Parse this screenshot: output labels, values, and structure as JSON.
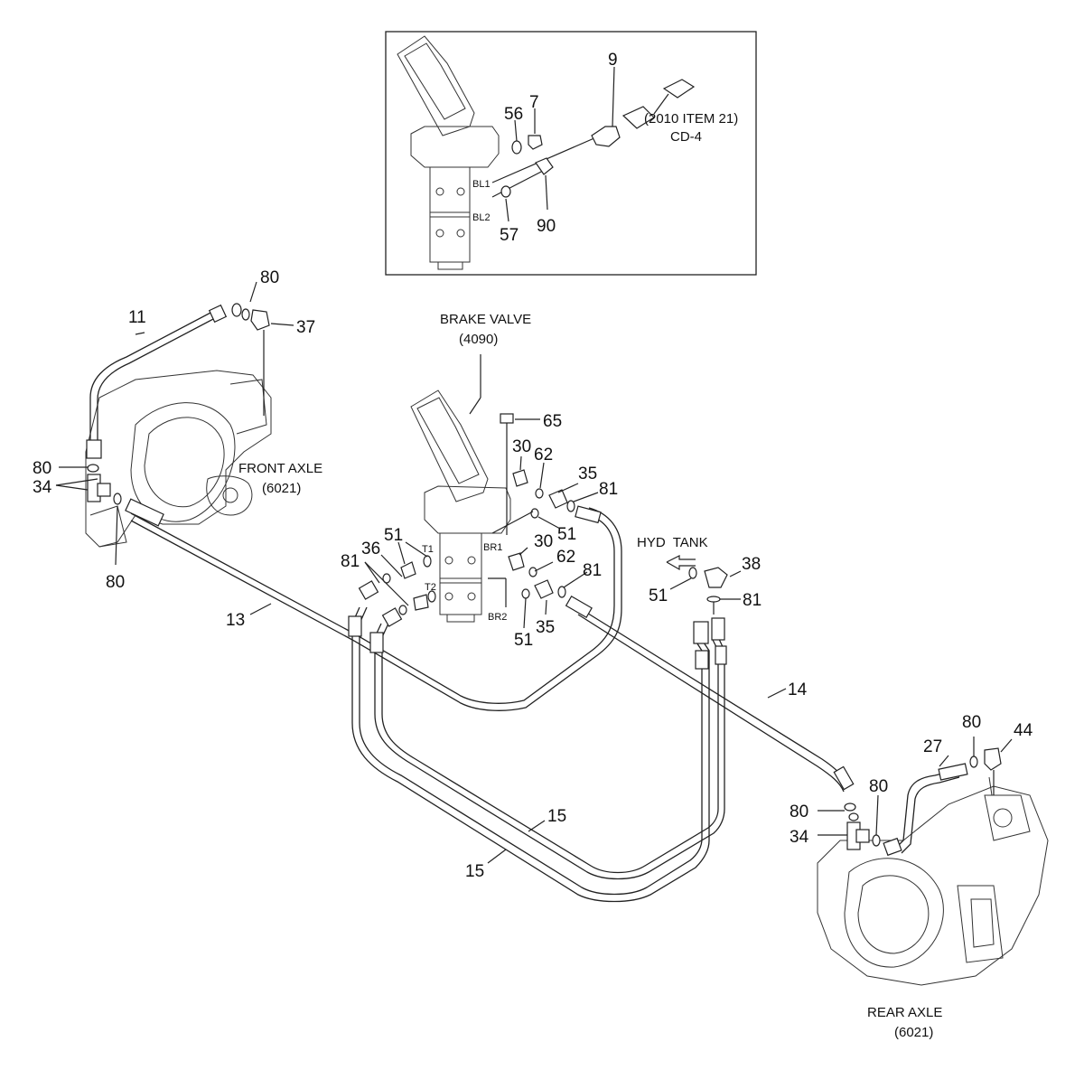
{
  "diagram": {
    "inset_callouts": [
      "56",
      "7",
      "9",
      "57",
      "90"
    ],
    "inset_texts": {
      "ref_item": "(2010 ITEM 21)",
      "ref_page": "CD-4",
      "bl1": "BL1",
      "bl2": "BL2"
    },
    "components": {
      "brake_valve": {
        "name": "BRAKE VALVE",
        "code": "(4090)"
      },
      "front_axle": {
        "name": "FRONT AXLE",
        "code": "(6021)"
      },
      "rear_axle": {
        "name": "REAR AXLE",
        "code": "(6021)"
      },
      "hyd_tank": {
        "name": "HYD  TANK"
      }
    },
    "port_labels": {
      "t1": "T1",
      "t2": "T2",
      "br1": "BR1",
      "br2": "BR2"
    },
    "callouts": {
      "c80_top": "80",
      "c11": "11",
      "c37": "37",
      "c80_left": "80",
      "c34_left": "34",
      "c80_bottom_left": "80",
      "c13": "13",
      "c65": "65",
      "c30_a": "30",
      "c62_a": "62",
      "c35_a": "35",
      "c81_a": "81",
      "c51_a": "51",
      "c51_b": "51",
      "c36": "36",
      "c81_b": "81",
      "c30_b": "30",
      "c62_b": "62",
      "c81_c": "81",
      "c51_c": "51",
      "c35_b": "35",
      "c51_d": "51",
      "c38": "38",
      "c81_d": "81",
      "c14": "14",
      "c80_right_top": "80",
      "c44": "44",
      "c27": "27",
      "c80_right_a": "80",
      "c80_right_b": "80",
      "c34_right": "34",
      "c15_a": "15",
      "c15_b": "15"
    }
  }
}
